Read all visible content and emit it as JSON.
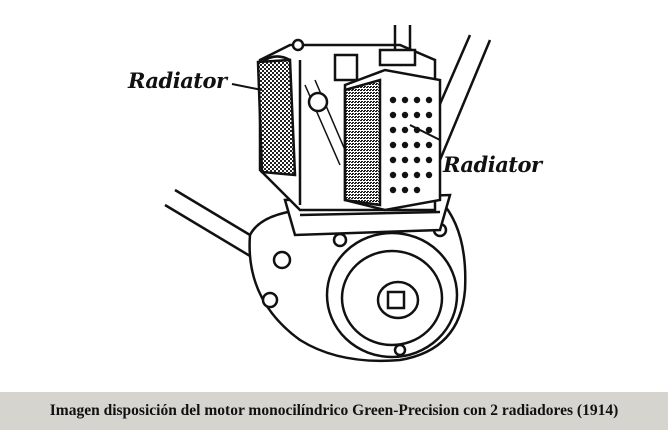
{
  "figure": {
    "labels": {
      "radiator_left": "Radiator",
      "radiator_right": "Radiator"
    }
  },
  "caption": {
    "text": "Imagen disposición del motor monocilíndrico Green-Precision con 2 radiadores (1914)"
  }
}
